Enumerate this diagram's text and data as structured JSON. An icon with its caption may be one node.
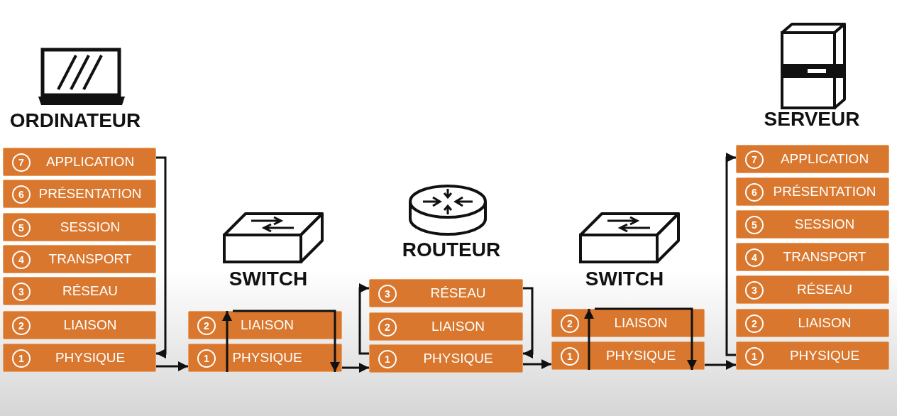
{
  "diagram": {
    "nodes": [
      {
        "text": [
          "7",
          "APPLICATION"
        ]
      },
      {
        "text": [
          "6",
          "PRÉSENTATION"
        ]
      },
      {
        "text": [
          "5",
          "SESSION"
        ]
      },
      {
        "text": [
          "4",
          "TRANSPORT"
        ]
      },
      {
        "text": [
          "3",
          "RÉSEAU"
        ]
      },
      {
        "text": [
          "2",
          "LIAISON"
        ]
      },
      {
        "text": [
          "1",
          "PHYSIQUE"
        ]
      },
      {
        "text": [
          "2",
          "LIAISON"
        ]
      },
      {
        "text": [
          "1",
          "PHYSIQUE"
        ]
      },
      {
        "text": [
          "3",
          "RÉSEAU"
        ]
      },
      {
        "text": [
          "2",
          "LIAISON"
        ]
      },
      {
        "text": [
          "1",
          "PHYSIQUE"
        ]
      },
      {
        "text": [
          "2",
          "LIAISON"
        ]
      },
      {
        "text": [
          "1",
          "PHYSIQUE"
        ]
      },
      {
        "text": [
          "7",
          "APPLICATION"
        ]
      },
      {
        "text": [
          "6",
          "PRÉSENTATION"
        ]
      },
      {
        "text": [
          "5",
          "SESSION"
        ]
      },
      {
        "text": [
          "4",
          "TRANSPORT"
        ]
      },
      {
        "text": [
          "3",
          "RÉSEAU"
        ]
      },
      {
        "text": [
          "2",
          "LIAISON"
        ]
      },
      {
        "text": [
          "1",
          "PHYSIQUE"
        ]
      }
    ],
    "edges": [
      {
        "from": 0,
        "to": 6,
        "arrow": "to"
      },
      {
        "from": 6,
        "to": 8,
        "arrow": "to"
      },
      {
        "from": 8,
        "to": 7,
        "arrow": "to"
      },
      {
        "from": 7,
        "to": 8,
        "arrow": "to"
      },
      {
        "from": 8,
        "to": 11,
        "arrow": "to"
      },
      {
        "from": 11,
        "to": 9,
        "arrow": "to"
      },
      {
        "from": 9,
        "to": 11,
        "arrow": "to"
      },
      {
        "from": 11,
        "to": 13,
        "arrow": "to"
      },
      {
        "from": 13,
        "to": 12,
        "arrow": "to"
      },
      {
        "from": 12,
        "to": 13,
        "arrow": "to"
      },
      {
        "from": 13,
        "to": 20,
        "arrow": "to"
      },
      {
        "from": 20,
        "to": 14,
        "arrow": "to"
      }
    ],
    "labels": [
      "ORDINATEUR",
      "SWITCH",
      "ROUTEUR",
      "SWITCH",
      "SERVEUR"
    ]
  }
}
